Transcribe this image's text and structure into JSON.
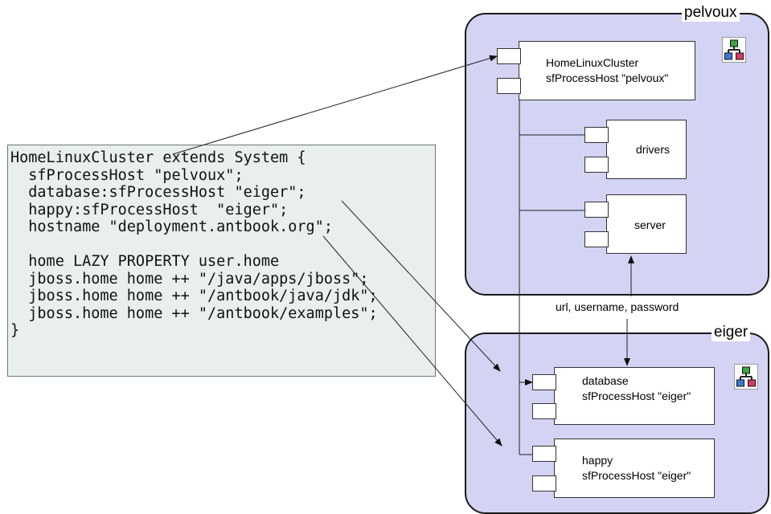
{
  "code": {
    "lines": [
      "HomeLinuxCluster extends System {",
      "  sfProcessHost \"pelvoux\";",
      "  database:sfProcessHost \"eiger\";",
      "  happy:sfProcessHost  \"eiger\";",
      "  hostname \"deployment.antbook.org\";",
      "",
      "  home LAZY PROPERTY user.home",
      "  jboss.home home ++ \"/java/apps/jboss\";",
      "  jboss.home home ++ \"/antbook/java/jdk\";",
      "  jboss.home home ++ \"/antbook/examples\";",
      "}"
    ]
  },
  "hosts": {
    "pelvoux": {
      "label": "pelvoux",
      "icon": "network-hierarchy-icon"
    },
    "eiger": {
      "label": "eiger",
      "icon": "network-hierarchy-icon"
    }
  },
  "components": {
    "cluster": {
      "line1": "HomeLinuxCluster",
      "line2": "sfProcessHost \"pelvoux\""
    },
    "drivers": {
      "label": "drivers"
    },
    "server": {
      "label": "server"
    },
    "database": {
      "line1": "database",
      "line2": "sfProcessHost \"eiger\""
    },
    "happy": {
      "line1": "happy",
      "line2": "sfProcessHost \"eiger\""
    }
  },
  "connection_label": "url, username, password",
  "colors": {
    "host_fill": "#d3d3f3",
    "code_fill": "#e9eeee"
  }
}
